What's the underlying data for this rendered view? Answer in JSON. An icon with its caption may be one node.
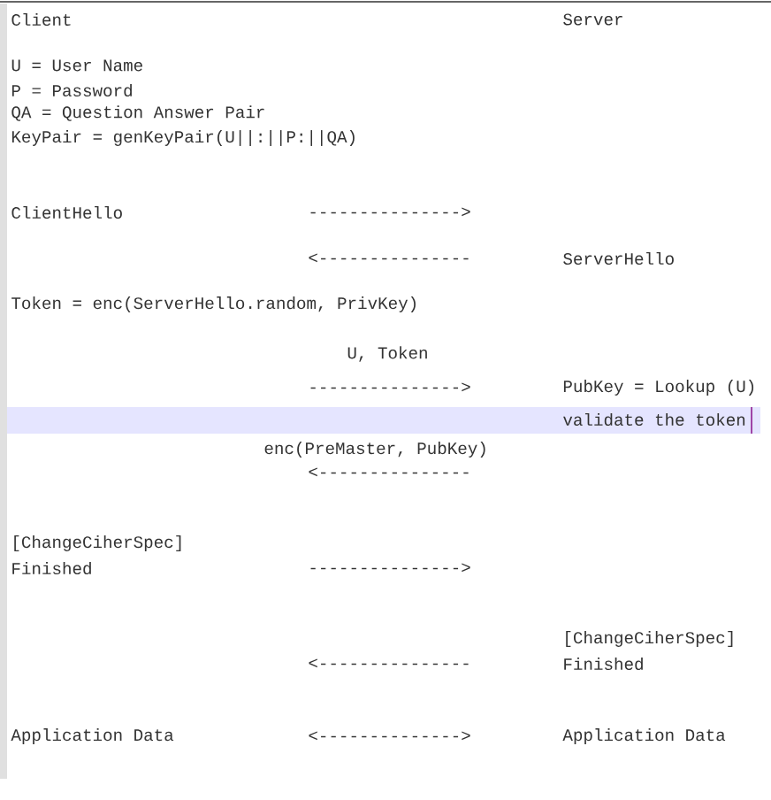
{
  "diagram": {
    "labels": [
      "Client",
      "Server",
      "U = User Name",
      "P = Password",
      "QA = Question Answer Pair",
      "KeyPair = genKeyPair(U||:||P:||QA)",
      "ClientHello",
      "--------------->",
      "<---------------",
      "ServerHello",
      "Token = enc(ServerHello.random, PrivKey)",
      "U, Token",
      "--------------->",
      "PubKey = Lookup (U)",
      "validate the token",
      "enc(PreMaster, PubKey)",
      "<---------------",
      "[ChangeCiherSpec]",
      "Finished",
      "--------------->",
      "[ChangeCiherSpec]",
      "<---------------",
      "Finished",
      "Application Data",
      "<-------------->",
      "Application Data"
    ]
  }
}
